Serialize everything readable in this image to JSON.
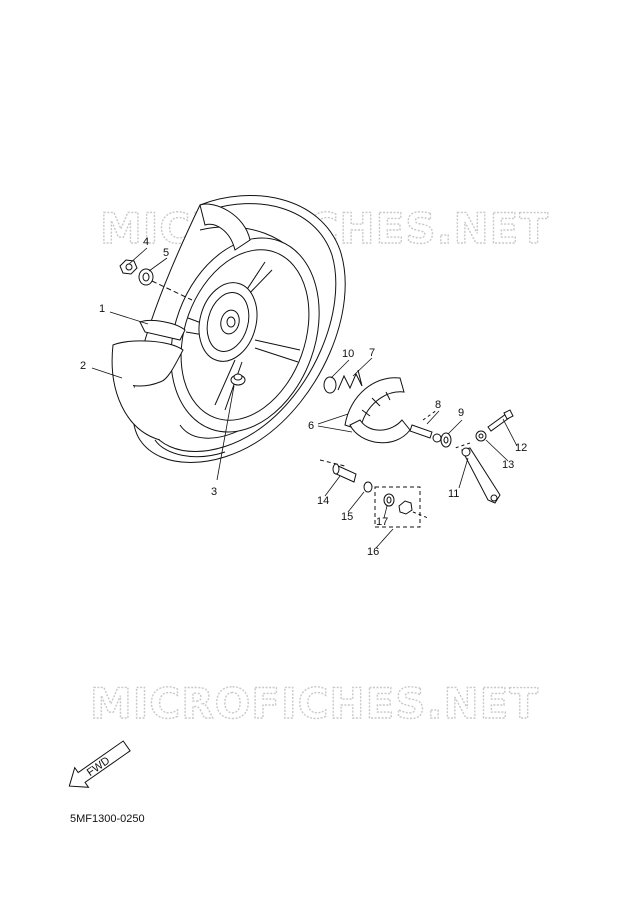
{
  "watermark": "MICROFICHES.NET",
  "fwd_label": "FWD",
  "diagram_code": "5MF1300-0250",
  "callouts": {
    "c1": "1",
    "c2": "2",
    "c3": "3",
    "c4": "4",
    "c5": "5",
    "c6": "6",
    "c7": "7",
    "c8": "8",
    "c9": "9",
    "c10": "10",
    "c11": "11",
    "c12": "12",
    "c13": "13",
    "c14": "14",
    "c15": "15",
    "c16": "16",
    "c17": "17"
  }
}
